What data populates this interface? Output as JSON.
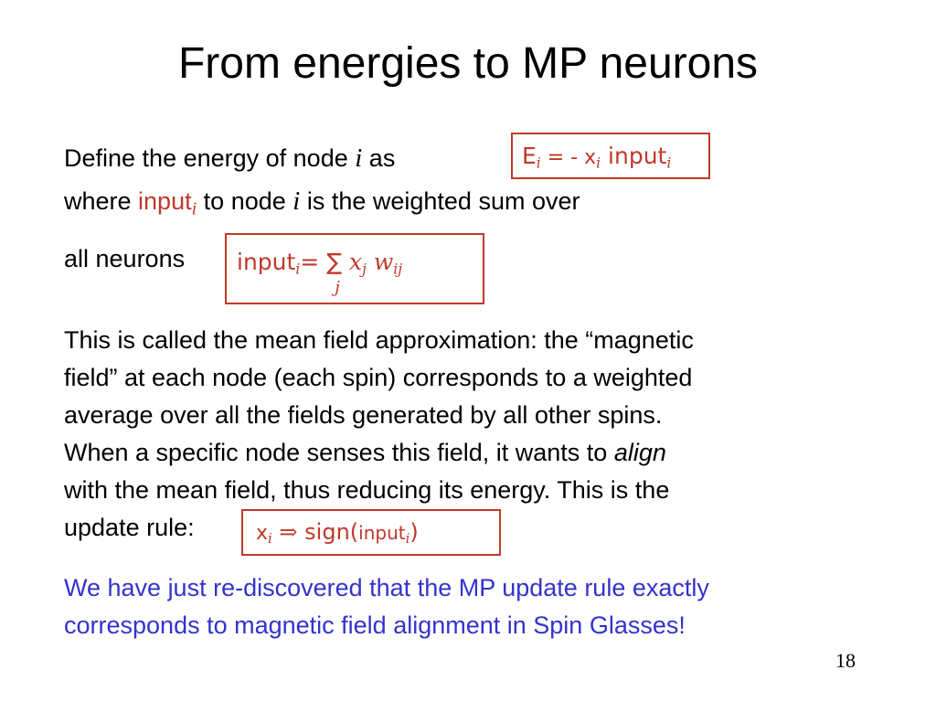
{
  "slide": {
    "title": "From energies to MP neurons",
    "page_number": "18"
  },
  "intro": {
    "line1_prefix": "Define the energy of node ",
    "line1_var": "i",
    "line1_suffix": " as",
    "line2_prefix": "where ",
    "line2_input": "input",
    "line2_input_sub": "i",
    "line2_mid": " to node ",
    "line2_var": "i",
    "line2_suffix": " is the weighted sum over",
    "line3": "all neurons"
  },
  "formula_energy": {
    "E": "E",
    "E_sub": "i",
    "eq": " = - x",
    "x_sub": "i",
    "input": " input",
    "input_sub": "i"
  },
  "formula_input": {
    "input": "input",
    "input_sub": "i",
    "eq": " = ∑",
    "sum_sub": "j",
    "x": "x",
    "x_sub": "j",
    "w": "w",
    "w_sub": "ij"
  },
  "explanation": {
    "lines": [
      "This is called the mean field approximation: the “magnetic",
      "field” at each node (each spin) corresponds to a weighted",
      "average over all the fields generated by all other spins."
    ],
    "line4_prefix": "When a specific node senses this field, it wants to ",
    "line4_italic": "align",
    "line5": "with the mean field, thus reducing its energy. This is the",
    "line6": "update rule:"
  },
  "formula_update": {
    "x": "x",
    "x_sub": "i",
    "arrow": " ⇒ ",
    "sign": "sign(",
    "input": "input",
    "input_sub": "i",
    "close": ")"
  },
  "conclusion": {
    "lines": [
      "We have just re-discovered that the MP update rule exactly",
      "corresponds to magnetic field alignment in Spin Glasses!"
    ]
  },
  "colors": {
    "formula": "#c0392b",
    "conclusion": "#3333cc"
  }
}
